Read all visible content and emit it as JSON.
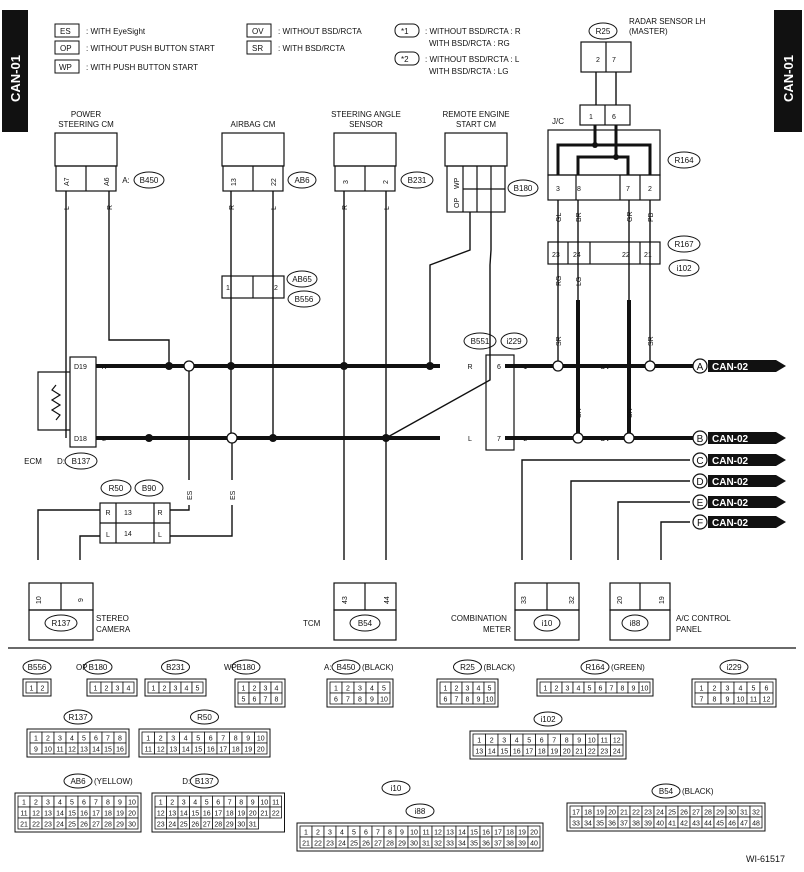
{
  "side_tab": "CAN-01",
  "legend": [
    {
      "code": "ES",
      "text": ": WITH EyeSight"
    },
    {
      "code": "OP",
      "text": ": WITHOUT PUSH BUTTON START"
    },
    {
      "code": "WP",
      "text": ": WITH PUSH BUTTON START"
    },
    {
      "code": "OV",
      "text": ": WITHOUT BSD/RCTA"
    },
    {
      "code": "SR",
      "text": ": WITH BSD/RCTA"
    },
    {
      "code": "*1",
      "line1": ": WITHOUT BSD/RCTA : R",
      "line2": "WITH BSD/RCTA : RG"
    },
    {
      "code": "*2",
      "line1": ": WITHOUT BSD/RCTA : L",
      "line2": "WITH BSD/RCTA : LG"
    }
  ],
  "components": {
    "power_steering": {
      "title1": "POWER",
      "title2": "STEERING CM",
      "pins": [
        "A7",
        "A6"
      ],
      "conn": "A:",
      "conn_id": "B450"
    },
    "airbag": {
      "title": "AIRBAG CM",
      "pins": [
        "13",
        "22"
      ],
      "conn_id": "AB6"
    },
    "steering_angle": {
      "title1": "STEERING ANGLE",
      "title2": "SENSOR",
      "pins": [
        "3",
        "2"
      ],
      "conn_id": "B231"
    },
    "remote_engine": {
      "title1": "REMOTE ENGINE",
      "title2": "START CM",
      "conn_id": "B180",
      "op": "OP",
      "wp": "WP"
    },
    "radar": {
      "title1": "RADAR SENSOR LH",
      "title2": "(MASTER)",
      "conn_id": "R25",
      "pins": [
        "2",
        "7"
      ]
    },
    "jc": {
      "title": "J/C",
      "pins": [
        "1",
        "6"
      ],
      "conn_id": "R164",
      "bottom_pins": [
        "3",
        "8",
        "7",
        "2"
      ]
    },
    "ecm": {
      "label": "ECM",
      "conn": "D:",
      "conn_id": "B137",
      "pins": [
        "D19",
        "D18"
      ]
    },
    "stereo": {
      "title1": "STEREO",
      "title2": "CAMERA",
      "conn_id": "R137",
      "pins": [
        "10",
        "9"
      ]
    },
    "tcm": {
      "title": "TCM",
      "conn_id": "B54",
      "pins": [
        "43",
        "44"
      ]
    },
    "meter": {
      "title1": "COMBINATION",
      "title2": "METER",
      "conn_id": "i10",
      "pins": [
        "33",
        "32"
      ]
    },
    "ac": {
      "title1": "A/C CONTROL",
      "title2": "PANEL",
      "conn_id": "i88",
      "pins": [
        "20",
        "19"
      ]
    }
  },
  "connectors_mid": {
    "ab65": "AB65",
    "b556": "B556",
    "r167": "R167",
    "i102": "i102",
    "b551": "B551",
    "i229": "i229",
    "r50": "R50",
    "b90": "B90",
    "ab65_pins": [
      "1",
      "2"
    ],
    "r167_pins": [
      "23",
      "24",
      "22",
      "21"
    ],
    "b551_pins": [
      "6",
      "7"
    ],
    "r50_pins": [
      "13",
      "14"
    ]
  },
  "wire_colors": [
    "R",
    "L",
    "GL",
    "BR",
    "GR",
    "PB",
    "RG",
    "LG",
    "SR",
    "OV",
    "ES",
    "*1",
    "*2"
  ],
  "outputs": [
    {
      "id": "A",
      "label": "CAN-02"
    },
    {
      "id": "B",
      "label": "CAN-02"
    },
    {
      "id": "C",
      "label": "CAN-02"
    },
    {
      "id": "D",
      "label": "CAN-02"
    },
    {
      "id": "E",
      "label": "CAN-02"
    },
    {
      "id": "F",
      "label": "CAN-02"
    }
  ],
  "bottom_connectors": [
    {
      "id": "B556",
      "pins": [
        "1",
        "2"
      ]
    },
    {
      "id": "B180",
      "prefix": "OP",
      "pins": [
        "1",
        "2",
        "3",
        "4"
      ]
    },
    {
      "id": "B231",
      "pins": [
        "1",
        "2",
        "3",
        "4",
        "5"
      ]
    },
    {
      "id": "B180",
      "prefix": "WP",
      "pins": [
        "1",
        "2",
        "3",
        "4",
        "5",
        "6",
        "7",
        "8"
      ]
    },
    {
      "id": "B450",
      "prefix": "A:",
      "suffix": "(BLACK)",
      "pins": [
        "1",
        "2",
        "3",
        "4",
        "5",
        "6",
        "7",
        "8",
        "9",
        "10"
      ]
    },
    {
      "id": "R25",
      "suffix": "(BLACK)",
      "pins": [
        "1",
        "2",
        "3",
        "4",
        "5",
        "6",
        "7",
        "8",
        "9",
        "10"
      ]
    },
    {
      "id": "R164",
      "suffix": "(GREEN)",
      "pins": [
        "1",
        "2",
        "3",
        "4",
        "5",
        "6",
        "7",
        "8",
        "9",
        "10"
      ]
    },
    {
      "id": "i229",
      "pins": [
        "1",
        "2",
        "3",
        "4",
        "5",
        "6",
        "7",
        "8",
        "9",
        "10",
        "11",
        "12"
      ]
    },
    {
      "id": "R137",
      "pins": [
        "1",
        "2",
        "3",
        "4",
        "5",
        "6",
        "7",
        "8",
        "9",
        "10",
        "11",
        "12",
        "13",
        "14",
        "15",
        "16"
      ]
    },
    {
      "id": "R50",
      "pins": [
        "1",
        "2",
        "3",
        "4",
        "5",
        "6",
        "7",
        "8",
        "9",
        "10",
        "11",
        "12",
        "13",
        "14",
        "15",
        "16",
        "17",
        "18",
        "19",
        "20"
      ]
    },
    {
      "id": "i102",
      "pins": [
        "1",
        "2",
        "3",
        "4",
        "5",
        "6",
        "7",
        "8",
        "9",
        "10",
        "11",
        "12",
        "13",
        "14",
        "15",
        "16",
        "17",
        "18",
        "19",
        "20",
        "21",
        "22",
        "23",
        "24"
      ]
    },
    {
      "id": "AB6",
      "suffix": "(YELLOW)",
      "pins": [
        "1",
        "2",
        "3",
        "4",
        "5",
        "6",
        "7",
        "8",
        "9",
        "10",
        "11",
        "12",
        "13",
        "14",
        "15",
        "16",
        "17",
        "18",
        "19",
        "20",
        "21",
        "22",
        "23",
        "24",
        "25",
        "26",
        "27",
        "28",
        "29",
        "30"
      ]
    },
    {
      "id": "B137",
      "prefix": "D:",
      "pins": [
        "1",
        "2",
        "3",
        "4",
        "5",
        "6",
        "7",
        "8",
        "9",
        "10",
        "11",
        "12",
        "13",
        "14",
        "15",
        "16",
        "17",
        "18",
        "19",
        "20",
        "21",
        "22",
        "23",
        "24",
        "25",
        "26",
        "27",
        "28",
        "29",
        "30",
        "31"
      ]
    },
    {
      "id": "i10",
      "pins": []
    },
    {
      "id": "i88",
      "pins": [
        "1",
        "2",
        "3",
        "4",
        "5",
        "6",
        "7",
        "8",
        "9",
        "10",
        "11",
        "12",
        "13",
        "14",
        "15",
        "16",
        "17",
        "18",
        "19",
        "20",
        "21",
        "22",
        "23",
        "24",
        "25",
        "26",
        "27",
        "28",
        "29",
        "30",
        "31",
        "32",
        "33",
        "34",
        "35",
        "36",
        "37",
        "38",
        "39",
        "40"
      ]
    },
    {
      "id": "B54",
      "suffix": "(BLACK)",
      "pins": [
        "17",
        "18",
        "19",
        "20",
        "21",
        "22",
        "23",
        "24",
        "25",
        "26",
        "27",
        "28",
        "29",
        "30",
        "31",
        "32",
        "33",
        "34",
        "35",
        "36",
        "37",
        "38",
        "39",
        "40",
        "41",
        "42",
        "43",
        "44",
        "45",
        "46",
        "47",
        "48"
      ]
    }
  ],
  "figure_code": "WI-61517"
}
